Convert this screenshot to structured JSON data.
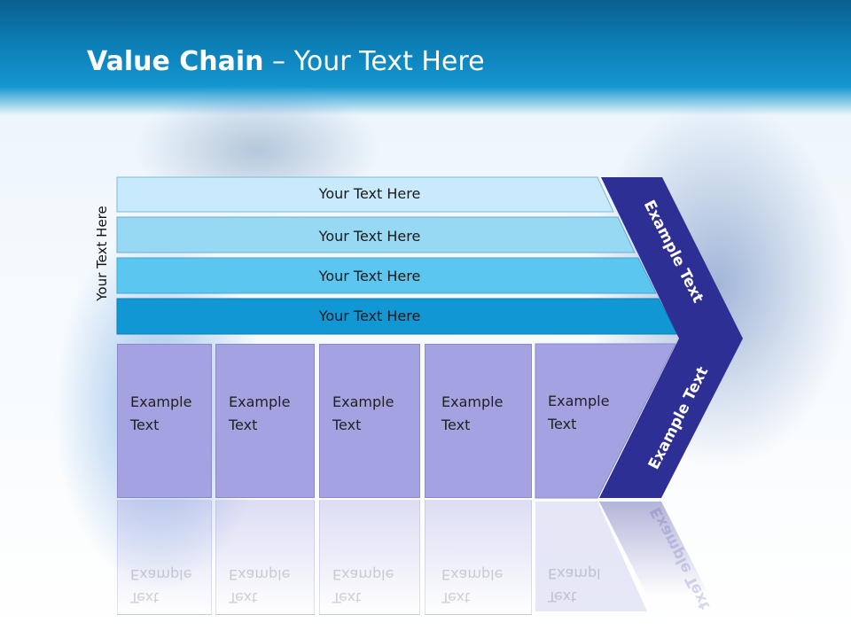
{
  "slide": {
    "title_bold": "Value Chain",
    "title_rest": " – Your Text Here",
    "vertical_label": "Your Text Here",
    "bars": [
      {
        "label": "Your Text Here",
        "color": "#c9eafc"
      },
      {
        "label": "Your Text Here",
        "color": "#97d8f3"
      },
      {
        "label": "Your Text Here",
        "color": "#5bc6ef"
      },
      {
        "label": "Your Text Here",
        "color": "#1197d4"
      }
    ],
    "columns": [
      {
        "line1": "Example",
        "line2": "Text"
      },
      {
        "line1": "Example",
        "line2": "Text"
      },
      {
        "line1": "Example",
        "line2": "Text"
      },
      {
        "line1": "Example",
        "line2": "Text"
      },
      {
        "line1": "Example",
        "line2": "Text"
      }
    ],
    "arrow": {
      "upper_text": "Example Text",
      "lower_text": "Example Text",
      "color": "#2e2f94"
    },
    "colors": {
      "column_fill": "#a4a2e0",
      "header": "#0d7fb8"
    }
  }
}
